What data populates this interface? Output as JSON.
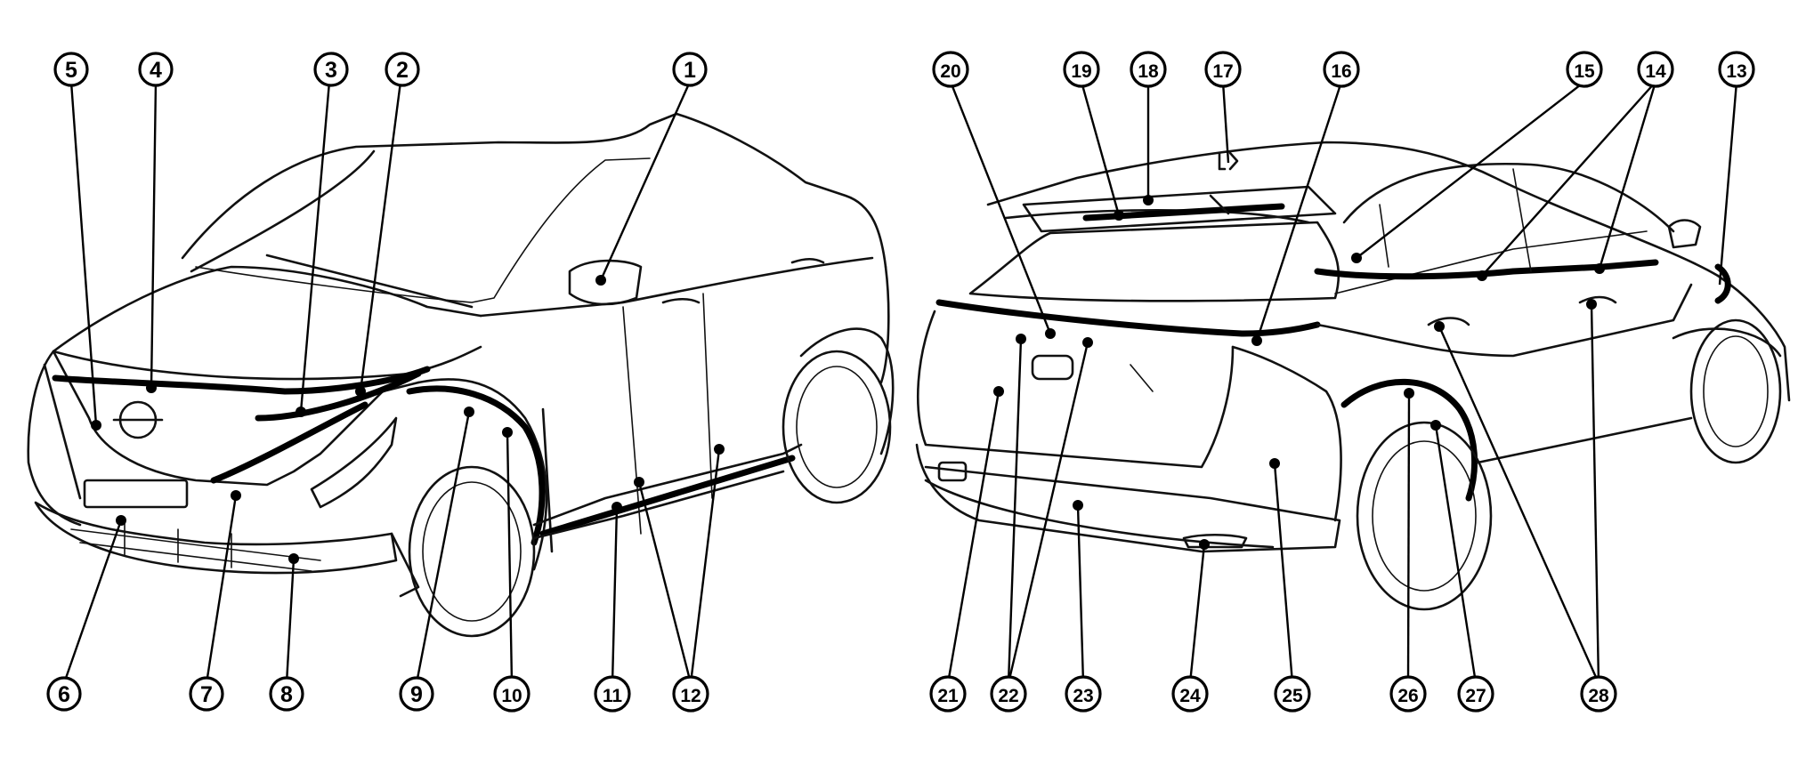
{
  "callouts": [
    {
      "id": "c1",
      "label": "1"
    },
    {
      "id": "c2",
      "label": "2"
    },
    {
      "id": "c3",
      "label": "3"
    },
    {
      "id": "c4",
      "label": "4"
    },
    {
      "id": "c5",
      "label": "5"
    },
    {
      "id": "c6",
      "label": "6"
    },
    {
      "id": "c7",
      "label": "7"
    },
    {
      "id": "c8",
      "label": "8"
    },
    {
      "id": "c9",
      "label": "9"
    },
    {
      "id": "c10",
      "label": "10"
    },
    {
      "id": "c11",
      "label": "11"
    },
    {
      "id": "c12",
      "label": "12"
    },
    {
      "id": "c13",
      "label": "13"
    },
    {
      "id": "c14",
      "label": "14"
    },
    {
      "id": "c15",
      "label": "15"
    },
    {
      "id": "c16",
      "label": "16"
    },
    {
      "id": "c17",
      "label": "17"
    },
    {
      "id": "c18",
      "label": "18"
    },
    {
      "id": "c19",
      "label": "19"
    },
    {
      "id": "c20",
      "label": "20"
    },
    {
      "id": "c21",
      "label": "21"
    },
    {
      "id": "c22",
      "label": "22"
    },
    {
      "id": "c23",
      "label": "23"
    },
    {
      "id": "c24",
      "label": "24"
    },
    {
      "id": "c25",
      "label": "25"
    },
    {
      "id": "c26",
      "label": "26"
    },
    {
      "id": "c27",
      "label": "27"
    },
    {
      "id": "c28",
      "label": "28"
    }
  ]
}
